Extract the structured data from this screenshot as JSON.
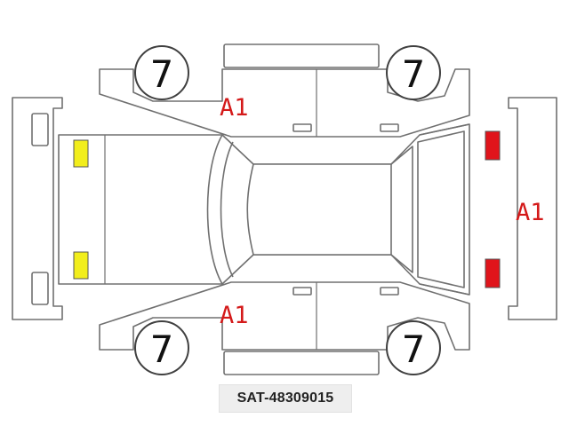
{
  "tires": {
    "front_left": "7",
    "rear_left": "7",
    "front_right": "7",
    "rear_right": "7"
  },
  "damage_marks": {
    "left_side": "A1",
    "right_side": "A1",
    "rear": "A1"
  },
  "lamp_colors": {
    "front": "#f2ee1c",
    "rear": "#e0141b"
  },
  "reference_code": "SAT-48309015"
}
